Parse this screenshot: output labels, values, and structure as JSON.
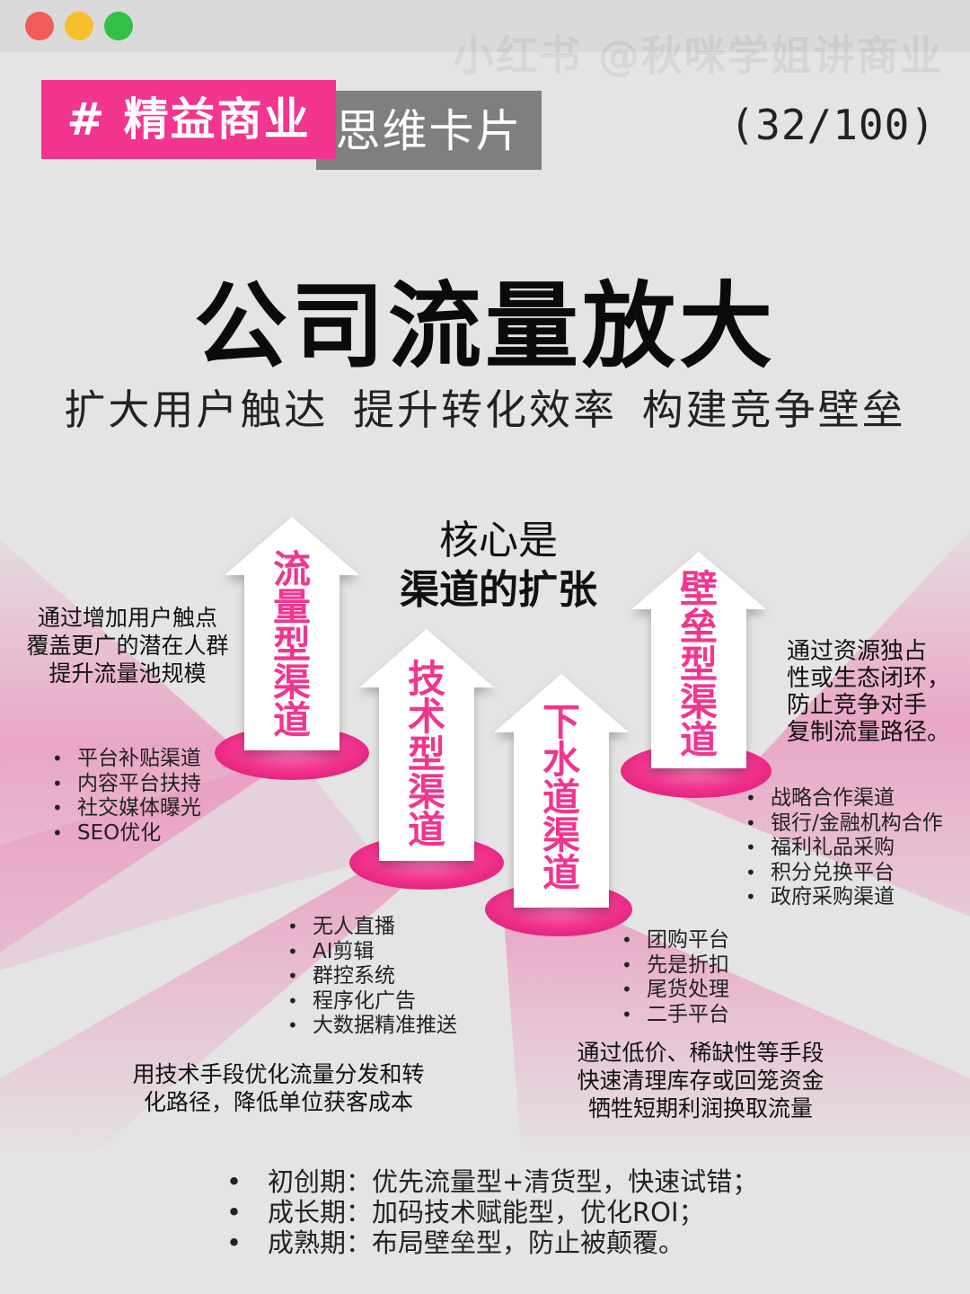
{
  "watermark": "小红书 @秋咪学姐讲商业",
  "header": {
    "tag_primary": "# 精益商业",
    "tag_secondary": "思维卡片",
    "counter": "(32/100)"
  },
  "title": "公司流量放大",
  "subtitle": "扩大用户触达 提升转化效率 构建竞争壁垒",
  "core": {
    "line1": "核心是",
    "line2": "渠道的扩张"
  },
  "channels": [
    {
      "label": "流量型渠道",
      "description": [
        "通过增加用户触点",
        "覆盖更广的潜在人群",
        "提升流量池规模"
      ],
      "items": [
        "平台补贴渠道",
        "内容平台扶持",
        "社交媒体曝光",
        "SEO优化"
      ]
    },
    {
      "label": "技术型渠道",
      "description": [
        "用技术手段优化流量分发和转",
        "化路径，降低单位获客成本"
      ],
      "items": [
        "无人直播",
        "AI剪辑",
        "群控系统",
        "程序化广告",
        "大数据精准推送"
      ]
    },
    {
      "label": "下水道渠道",
      "description": [
        "通过低价、稀缺性等手段",
        "快速清理库存或回笼资金",
        "牺牲短期利润换取流量"
      ],
      "items": [
        "团购平台",
        "先是折扣",
        "尾货处理",
        "二手平台"
      ]
    },
    {
      "label": "壁垒型渠道",
      "description": [
        "通过资源独占",
        "性或生态闭环，",
        "防止竞争对手",
        "复制流量路径。"
      ],
      "items": [
        "战略合作渠道",
        "银行/金融机构合作",
        "福利礼品采购",
        "积分兑换平台",
        "政府采购渠道"
      ]
    }
  ],
  "strategy": [
    "初创期：优先流量型+清货型，快速试错；",
    "成长期：加码技术赋能型，优化ROI；",
    "成熟期：布局壁垒型，防止被颠覆。"
  ],
  "colors": {
    "accent": "#f2358f",
    "tag_gray": "#7f7f7f",
    "background": "#e4e4e4"
  },
  "icons": [
    "up-arrow-icon",
    "pedestal-icon"
  ]
}
